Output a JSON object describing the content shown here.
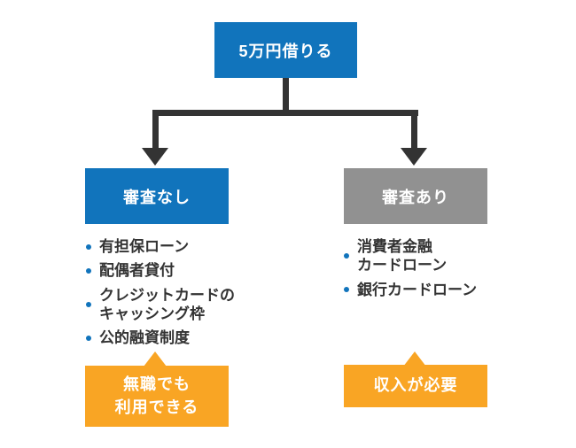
{
  "colors": {
    "primary_blue": "#1174BC",
    "neutral_gray": "#919191",
    "accent_orange": "#F9A524",
    "connector_dark": "#333333",
    "text_dark": "#333333"
  },
  "flowchart": {
    "root": {
      "label": "5万円借りる"
    },
    "branches": [
      {
        "label": "審査なし",
        "items": [
          "有担保ローン",
          "配偶者貸付",
          "クレジットカードの\nキャッシング枠",
          "公的融資制度"
        ],
        "callout": "無職でも\n利用できる"
      },
      {
        "label": "審査あり",
        "items": [
          "消費者金融\nカードローン",
          "銀行カードローン"
        ],
        "callout": "収入が必要"
      }
    ]
  }
}
